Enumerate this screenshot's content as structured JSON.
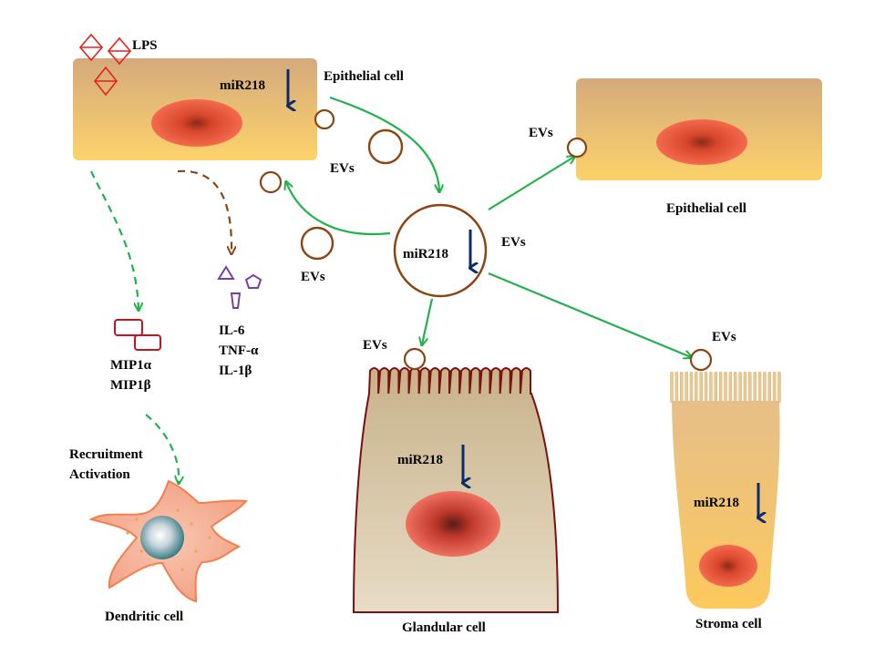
{
  "labels": {
    "lps": "LPS",
    "mir218": "miR218",
    "evs": "EVs",
    "epithelial_cell": "Epithelial cell",
    "glandular_cell": "Glandular cell",
    "stroma_cell": "Stroma cell",
    "dendritic_cell": "Dendritic cell",
    "mip1a": "MIP1α",
    "mip1b": "MIP1β",
    "il6": "IL-6",
    "tnfa": "TNF-α",
    "il1b": "IL-1β",
    "recruitment": "Recruitment",
    "activation": "Activation"
  },
  "colors": {
    "green_arrow": "#22b14c",
    "brown_arrow": "#8b4513",
    "ev_ring": "#8b4513",
    "down_arrow": "#0d2a6b",
    "lps_diamond": "#e8201a",
    "cytokine": "#7b3fa0",
    "chemokine": "#c0161c"
  }
}
